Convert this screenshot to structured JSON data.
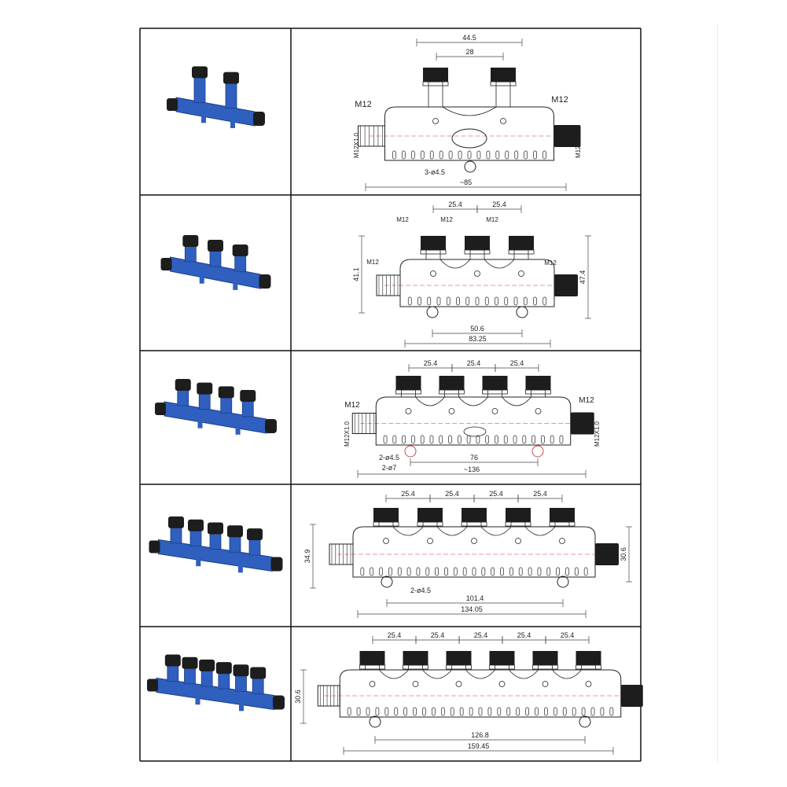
{
  "colors": {
    "product_blue": "#2f5fbf",
    "product_blue_dark": "#1e3f86",
    "nut_black": "#1d1d1d",
    "line": "#222222",
    "dim_line": "#444444",
    "center_line": "#e07777"
  },
  "rows": [
    {
      "ports": 2,
      "labels": {
        "top_outer": "44.5",
        "top_inner": "28",
        "left_m12": "M12",
        "right_m12": "M12",
        "left_thread": "M12X1.0",
        "right_thread": "M12X1.0",
        "hole": "3-ø4.5",
        "bottom_total": "~85"
      }
    },
    {
      "ports": 3,
      "labels": {
        "spacing": [
          "25.4",
          "25.4"
        ],
        "m12_top": [
          "M12",
          "M12",
          "M12"
        ],
        "left_m12": "M12",
        "right_m12": "M12",
        "left_height": "41.1",
        "right_height": "47.4",
        "bottom_inner": "50.6",
        "bottom_total": "83.25"
      }
    },
    {
      "ports": 4,
      "labels": {
        "spacing": [
          "25.4",
          "25.4",
          "25.4"
        ],
        "left_m12": "M12",
        "right_m12": "M12",
        "left_thread": "M12X1.0",
        "right_thread": "M12X1.0",
        "hole_a": "2-ø4.5",
        "hole_b": "2-ø7",
        "bottom_inner": "76",
        "bottom_total": "~136"
      }
    },
    {
      "ports": 5,
      "labels": {
        "spacing": [
          "25.4",
          "25.4",
          "25.4",
          "25.4"
        ],
        "left_height": "34.9",
        "right_height": "30.6",
        "hole": "2-ø4.5",
        "bottom_inner": "101.4",
        "bottom_total": "134.05"
      }
    },
    {
      "ports": 6,
      "labels": {
        "spacing": [
          "25.4",
          "25.4",
          "25.4",
          "25.4",
          "25.4"
        ],
        "left_height": "30.6",
        "bottom_inner": "126.8",
        "bottom_total": "159.45"
      }
    }
  ]
}
